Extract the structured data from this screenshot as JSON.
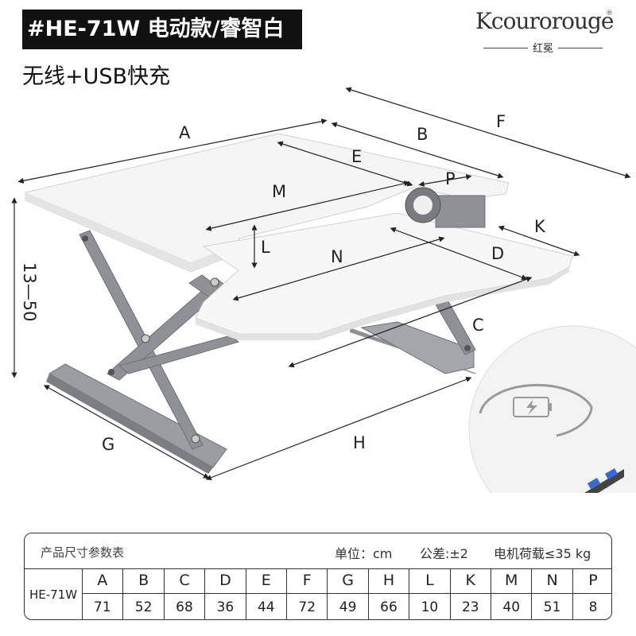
{
  "header": {
    "model_title": "#HE-71W  电动款/睿智白",
    "feature": "无线+USB快充"
  },
  "brand": {
    "name": "Kcourorouge",
    "registered": "®",
    "subtitle": "红冕"
  },
  "dimension_labels": {
    "A": "A",
    "B": "B",
    "C": "C",
    "D": "D",
    "E": "E",
    "F": "F",
    "G": "G",
    "H": "H",
    "K": "K",
    "L": "L",
    "M": "M",
    "N": "N",
    "P": "P",
    "height_range": "13—50"
  },
  "spec_table": {
    "title": "产品尺寸参数表",
    "unit": "单位：cm",
    "tolerance": "公差:±2",
    "motor_load": "电机荷载≤35 kg",
    "model": "HE-71W",
    "columns": [
      {
        "key": "A",
        "value": "71"
      },
      {
        "key": "B",
        "value": "52"
      },
      {
        "key": "C",
        "value": "68"
      },
      {
        "key": "D",
        "value": "36"
      },
      {
        "key": "E",
        "value": "44"
      },
      {
        "key": "F",
        "value": "72"
      },
      {
        "key": "G",
        "value": "49"
      },
      {
        "key": "H",
        "value": "66"
      },
      {
        "key": "L",
        "value": "10"
      },
      {
        "key": "K",
        "value": "23"
      },
      {
        "key": "M",
        "value": "40"
      },
      {
        "key": "N",
        "value": "51"
      },
      {
        "key": "P",
        "value": "8"
      }
    ]
  },
  "colors": {
    "frame": "#8e9296",
    "desktop": "#f4f4f4",
    "badge_bg": "#111111"
  },
  "icons": {
    "charging": "wireless-charging-icon",
    "usb": "usb-port-icon"
  }
}
